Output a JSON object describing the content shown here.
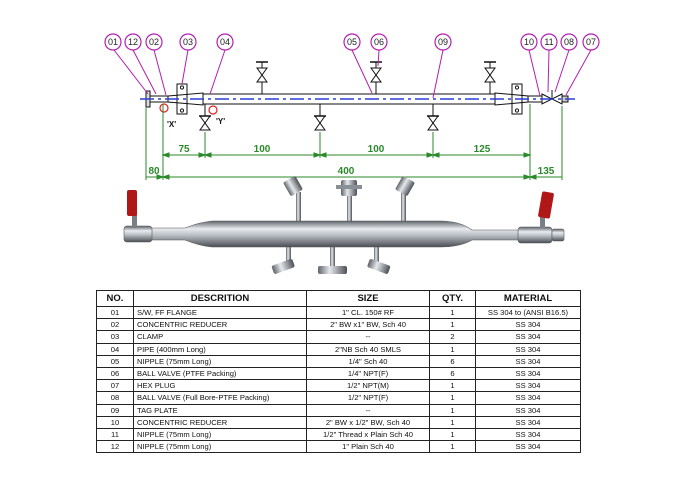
{
  "balloons": [
    "01",
    "12",
    "02",
    "03",
    "04",
    "05",
    "06",
    "09",
    "10",
    "11",
    "08",
    "07"
  ],
  "section_marks": {
    "x": "'X'",
    "y": "'Y'"
  },
  "dimensions": {
    "upper": [
      "75",
      "100",
      "100",
      "125"
    ],
    "lower": [
      "80",
      "400",
      "135"
    ]
  },
  "table": {
    "headers": [
      "NO.",
      "DESCRITION",
      "SIZE",
      "QTY.",
      "MATERIAL"
    ],
    "rows": [
      [
        "01",
        "S/W, FF FLANGE",
        "1\" CL. 150# RF",
        "1",
        "SS 304 to (ANSI B16.5)"
      ],
      [
        "02",
        "CONCENTRIC REDUCER",
        "2\" BW x1\" BW, Sch 40",
        "1",
        "SS 304"
      ],
      [
        "03",
        "CLAMP",
        "--",
        "2",
        "SS 304"
      ],
      [
        "04",
        "PIPE (400mm Long)",
        "2\"NB Sch 40 SMLS",
        "1",
        "SS 304"
      ],
      [
        "05",
        "NIPPLE (75mm Long)",
        "1/4\" Sch 40",
        "6",
        "SS 304"
      ],
      [
        "06",
        "BALL VALVE (PTFE Packing)",
        "1/4\" NPT(F)",
        "6",
        "SS 304"
      ],
      [
        "07",
        "HEX PLUG",
        "1/2\" NPT(M)",
        "1",
        "SS 304"
      ],
      [
        "08",
        "BALL VALVE (Full Bore-PTFE Packing)",
        "1/2\" NPT(F)",
        "1",
        "SS 304"
      ],
      [
        "09",
        "TAG PLATE",
        "--",
        "1",
        "SS 304"
      ],
      [
        "10",
        "CONCENTRIC REDUCER",
        "2\" BW x 1/2\" BW, Sch 40",
        "1",
        "SS 304"
      ],
      [
        "11",
        "NIPPLE (75mm Long)",
        "1/2\" Thread x Plain Sch 40",
        "1",
        "SS 304"
      ],
      [
        "12",
        "NIPPLE (75mm Long)",
        "1\" Plain Sch 40",
        "1",
        "SS 304"
      ]
    ]
  },
  "colors": {
    "balloon": "#b21fb2",
    "centerline": "#2a3fd6",
    "dimension": "#2a8a2a",
    "section_mark": "#e0201a",
    "valve_handle": "#b01818"
  }
}
